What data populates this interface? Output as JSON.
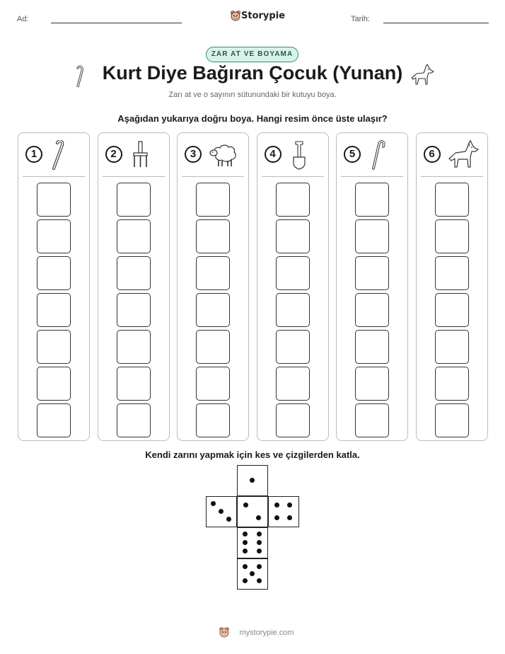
{
  "header": {
    "name_label": "Ad:",
    "brand_name": "Storypie",
    "date_label": "Tarih:"
  },
  "badge": "ZAR AT VE BOYAMA",
  "title": "Kurt Diye Bağıran Çocuk (Yunan)",
  "subtitle": "Zarı at ve o sayının sütunundaki bir kutuyu boya.",
  "instruction": "Aşağıdan yukarıya doğru boya. Hangi resim önce üste ulaşır?",
  "columns": [
    {
      "number": "1",
      "icon": "shepherd-crook-icon"
    },
    {
      "number": "2",
      "icon": "pitchfork-icon"
    },
    {
      "number": "3",
      "icon": "sheep-icon"
    },
    {
      "number": "4",
      "icon": "shovel-icon"
    },
    {
      "number": "5",
      "icon": "walking-cane-icon"
    },
    {
      "number": "6",
      "icon": "wolf-icon"
    }
  ],
  "boxes_per_column": 7,
  "dice_instruction": "Kendi zarını yapmak için kes ve çizgilerden katla.",
  "dice_faces": [
    1,
    3,
    2,
    4,
    6,
    5
  ],
  "footer": "mystorypie.com",
  "colors": {
    "badge_border": "#2e8f72",
    "badge_fill": "#d9f2e9",
    "column_border": "#b8bcc7"
  }
}
